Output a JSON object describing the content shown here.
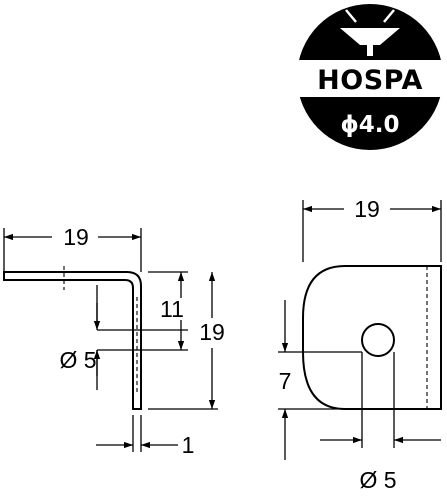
{
  "logo": {
    "brand": "HOSPA",
    "screw_size": "ϕ4.0"
  },
  "side_view": {
    "width_label": "19",
    "hole_offset_label": "11",
    "height_label": "19",
    "hole_diameter_label": "Ø 5",
    "thickness_label": "1"
  },
  "front_view": {
    "width_label": "19",
    "hole_height_label": "7",
    "hole_diameter_label": "Ø 5"
  }
}
